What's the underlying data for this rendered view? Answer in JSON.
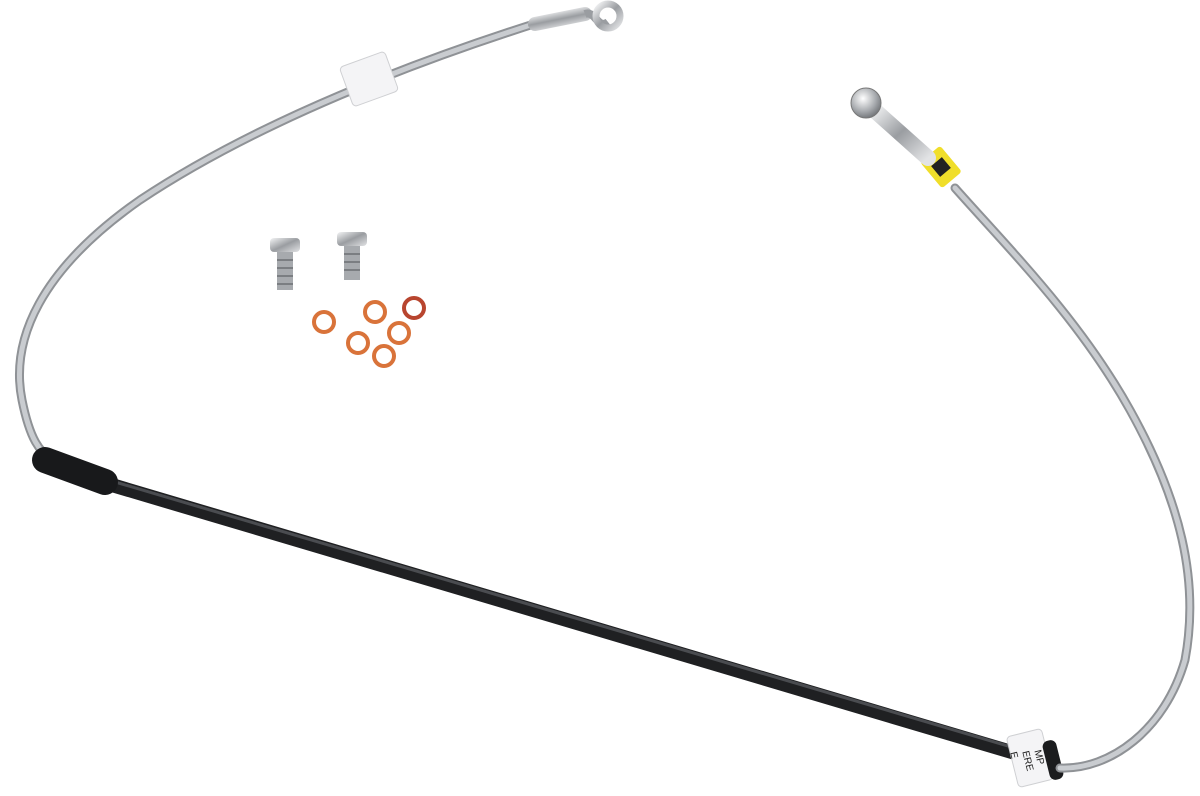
{
  "colors": {
    "background": "#ffffff",
    "braided_hose": "#b9bcc0",
    "sleeve": "#1f2022",
    "chrome": "#d6d8da",
    "copper_washer": "#d9733a",
    "yellow_label": "#f0de2a",
    "white_label": "#f4f4f6"
  },
  "label_fragments": [
    "MP",
    "ERE",
    "E"
  ]
}
